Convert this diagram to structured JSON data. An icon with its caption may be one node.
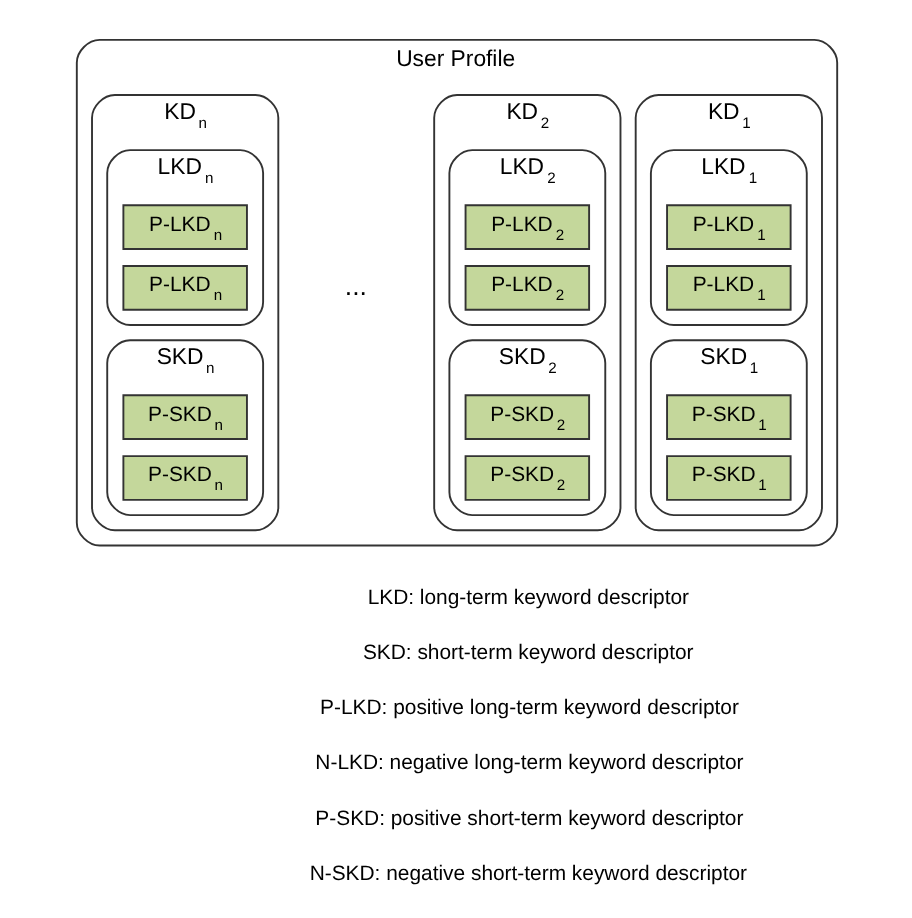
{
  "diagram": {
    "nodes": [
      {
        "text": [
          "User Profile"
        ]
      },
      {
        "text": [
          "KD$_{1}$"
        ],
        "in": 0
      },
      {
        "text": [
          "LKD$_{1}$"
        ],
        "in": 1
      },
      {
        "text": [
          "P-LKD$_{1}$"
        ],
        "in": 2
      },
      {
        "text": [
          "P-LKD$_{1}$"
        ],
        "in": 2
      },
      {
        "text": [
          "SKD$_{1}$"
        ],
        "in": 1
      },
      {
        "text": [
          "P-SKD$_{1}$"
        ],
        "in": 5
      },
      {
        "text": [
          "P-SKD$_{1}$"
        ],
        "in": 5
      },
      {
        "text": [
          "KD$_{2}$"
        ],
        "in": 0
      },
      {
        "text": [
          "LKD$_{2}$"
        ],
        "in": 8
      },
      {
        "text": [
          "P-LKD$_{2}$"
        ],
        "in": 9
      },
      {
        "text": [
          "P-LKD$_{2}$"
        ],
        "in": 9
      },
      {
        "text": [
          "SKD$_{2}$"
        ],
        "in": 8
      },
      {
        "text": [
          "P-SKD$_{2}$"
        ],
        "in": 12
      },
      {
        "text": [
          "P-SKD$_{2}$"
        ],
        "in": 12
      },
      {
        "text": [
          "KD$_{n}$"
        ],
        "in": 0
      },
      {
        "text": [
          "LKD$_{n}$"
        ],
        "in": 15
      },
      {
        "text": [
          "P-LKD$_{n}$"
        ],
        "in": 16
      },
      {
        "text": [
          "P-LKD$_{n}$"
        ],
        "in": 16
      },
      {
        "text": [
          "SKD$_{n}$"
        ],
        "in": 15
      },
      {
        "text": [
          "P-SKD$_{n}$"
        ],
        "in": 19
      },
      {
        "text": [
          "P-SKD$_{n}$"
        ],
        "in": 19
      }
    ],
    "edges": [],
    "labels": [
      "...",
      "LKD: long-term keyword descriptor",
      "SKD: short-term keyword descriptor",
      "P-LKD: positive long-term keyword descriptor",
      "N-LKD: negative long-term keyword descriptor",
      "P-SKD: positive short-term keyword descriptor",
      "N-SKD: negative short-term keyword descriptor"
    ]
  }
}
